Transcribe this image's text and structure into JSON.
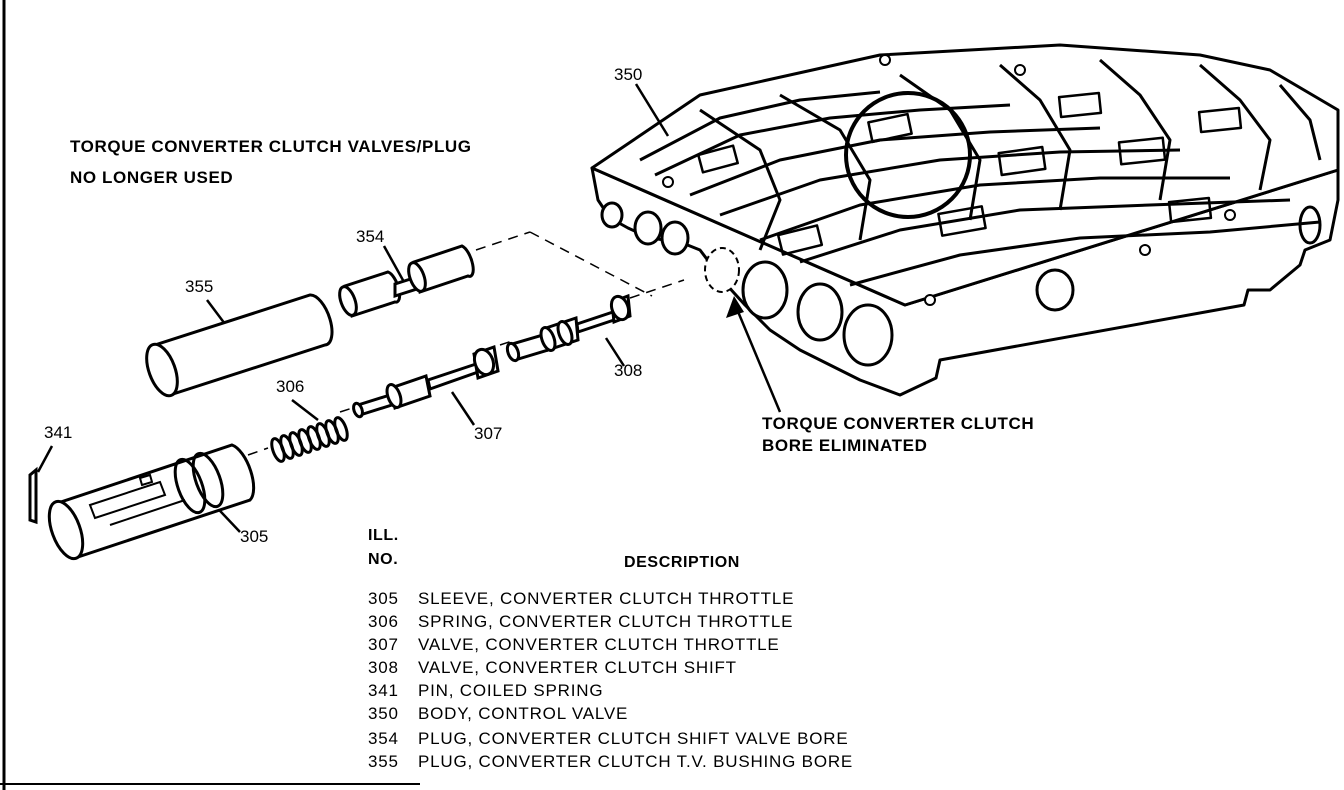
{
  "captions": {
    "note_line1": "TORQUE CONVERTER CLUTCH VALVES/PLUG",
    "note_line2": "NO LONGER USED",
    "bore_line1": "TORQUE CONVERTER CLUTCH",
    "bore_line2": "BORE ELIMINATED"
  },
  "callouts": {
    "c350": "350",
    "c354": "354",
    "c355": "355",
    "c306": "306",
    "c308": "308",
    "c307": "307",
    "c341": "341",
    "c305": "305"
  },
  "legend": {
    "header_ill": "ILL.",
    "header_no": "NO.",
    "header_desc": "DESCRIPTION",
    "items": [
      {
        "no": "305",
        "desc": "SLEEVE, CONVERTER CLUTCH THROTTLE"
      },
      {
        "no": "306",
        "desc": "SPRING, CONVERTER CLUTCH THROTTLE"
      },
      {
        "no": "307",
        "desc": "VALVE, CONVERTER CLUTCH THROTTLE"
      },
      {
        "no": "308",
        "desc": "VALVE, CONVERTER CLUTCH SHIFT"
      },
      {
        "no": "341",
        "desc": "PIN, COILED SPRING"
      },
      {
        "no": "350",
        "desc": "BODY, CONTROL VALVE"
      },
      {
        "no": "354",
        "desc": "PLUG, CONVERTER CLUTCH SHIFT VALVE BORE"
      },
      {
        "no": "355",
        "desc": "PLUG, CONVERTER CLUTCH T.V. BUSHING BORE"
      }
    ]
  }
}
